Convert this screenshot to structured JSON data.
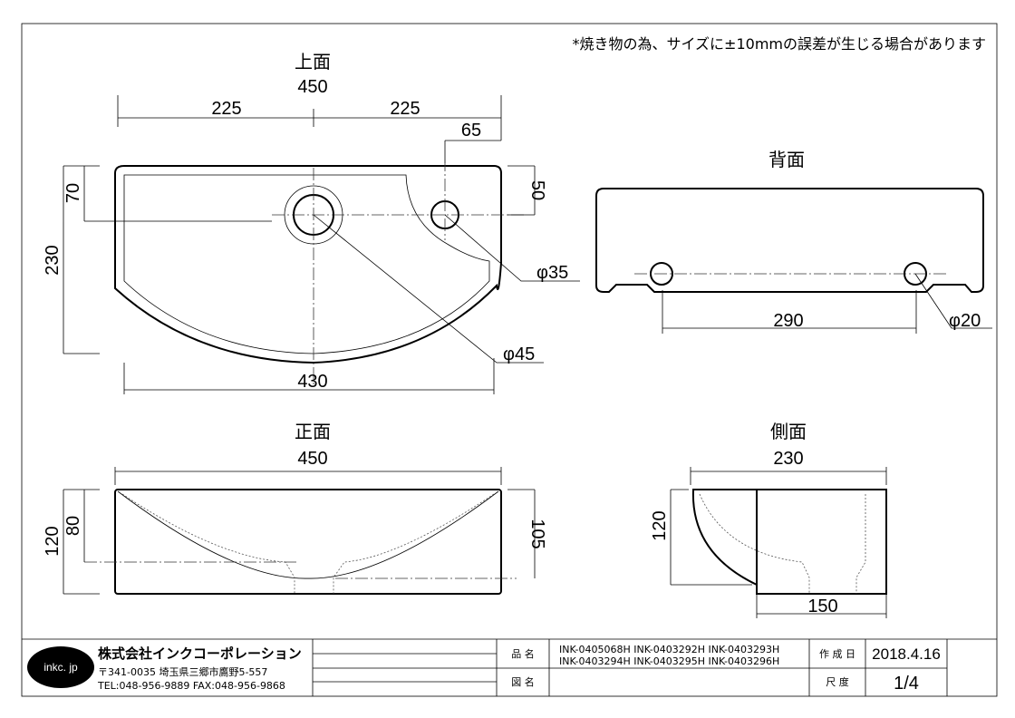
{
  "note": "*焼き物の為、サイズに±10mmの誤差が生じる場合があります",
  "views": {
    "top": {
      "title": "上面",
      "overall_width": "450",
      "half_left": "225",
      "half_right": "225",
      "faucet_offset": "65",
      "depth_left": "70",
      "depth_total": "230",
      "faucet_depth": "50",
      "faucet_hole": "φ35",
      "drain_hole": "φ45",
      "bottom_width": "430"
    },
    "back": {
      "title": "背面",
      "hole_spacing": "290",
      "hole_diameter": "φ20"
    },
    "front": {
      "title": "正面",
      "width": "450",
      "height": "120",
      "inner_depth": "80",
      "right_height": "105"
    },
    "side": {
      "title": "側面",
      "depth": "230",
      "height": "120",
      "base_depth": "150"
    }
  },
  "title_block": {
    "logo": "inkc. jp",
    "company": "株式会社インクコーポレーション",
    "address": "〒341-0035 埼玉県三郷市鷹野5-557",
    "contact": "TEL:048-956-9889  FAX:048-956-9868",
    "product_label": "品 名",
    "product_line1": "INK-0405068H  INK-0403292H  INK-0403293H",
    "product_line2": "INK-0403294H  INK-0403295H  INK-0403296H",
    "drawing_label": "図 名",
    "date_label": "作 成 日",
    "date": "2018.4.16",
    "scale_label": "尺 度",
    "scale": "1/4"
  }
}
